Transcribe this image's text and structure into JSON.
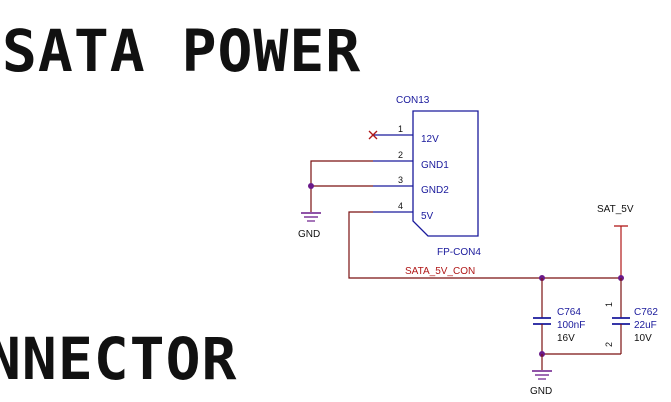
{
  "titles": {
    "top": "SATA POWER",
    "bottom": "NNECTOR"
  },
  "connector": {
    "ref": "CON13",
    "footprint": "FP-CON4",
    "pins": [
      {
        "num": "1",
        "name": "12V"
      },
      {
        "num": "2",
        "name": "GND1"
      },
      {
        "num": "3",
        "name": "GND2"
      },
      {
        "num": "4",
        "name": "5V"
      }
    ]
  },
  "nets": {
    "sata_5v_con": "SATA_5V_CON",
    "sat_5v": "SAT_5V",
    "gnd_left": "GND",
    "gnd_bottom": "GND"
  },
  "capacitors": [
    {
      "ref": "C764",
      "value": "100nF",
      "voltage": "16V"
    },
    {
      "ref": "C762",
      "value": "22uF",
      "voltage": "10V",
      "pin_top": "1",
      "pin_bottom": "2"
    }
  ],
  "colors": {
    "component": "#1a1a9c",
    "wire": "#7a1010",
    "net_label": "#b01818",
    "junction": "#6a1a8a"
  }
}
